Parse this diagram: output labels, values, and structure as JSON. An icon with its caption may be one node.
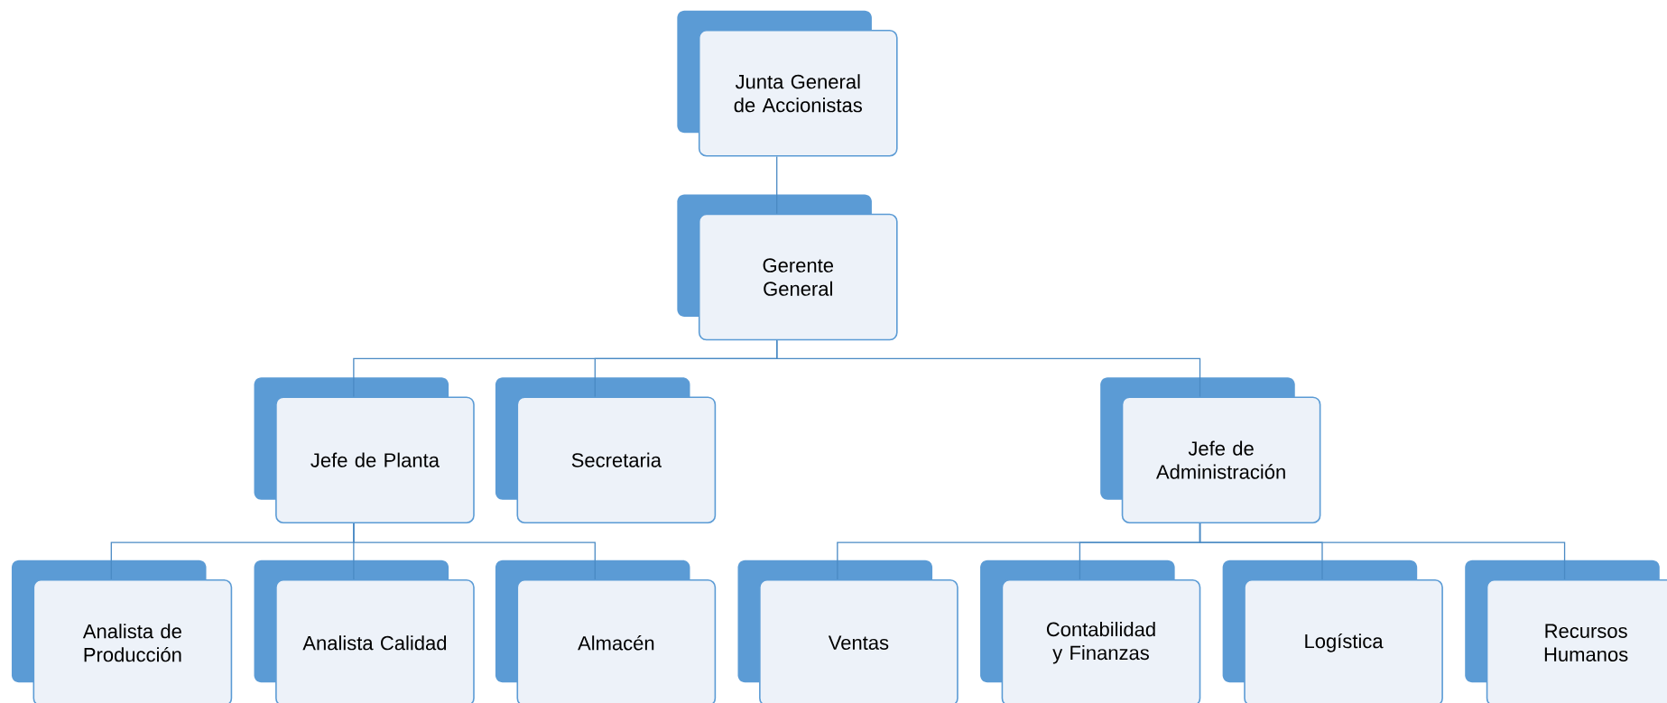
{
  "diagram": {
    "nodes": [
      {
        "text": [
          "Junta General de Accionistas"
        ]
      },
      {
        "text": [
          "Gerente General"
        ]
      },
      {
        "text": [
          "Jefe de Planta"
        ]
      },
      {
        "text": [
          "Secretaria"
        ]
      },
      {
        "text": [
          "Jefe de Administración"
        ]
      },
      {
        "text": [
          "Analista de Producción"
        ]
      },
      {
        "text": [
          "Analista Calidad"
        ]
      },
      {
        "text": [
          "Almacén"
        ]
      },
      {
        "text": [
          "Ventas"
        ]
      },
      {
        "text": [
          "Contabilidad y Finanzas"
        ]
      },
      {
        "text": [
          "Logística"
        ]
      },
      {
        "text": [
          "Recursos Humanos"
        ]
      }
    ],
    "edges": [
      {
        "from": 0,
        "to": 1,
        "arrow": "none"
      },
      {
        "from": 1,
        "to": 2,
        "arrow": "none"
      },
      {
        "from": 1,
        "to": 3,
        "arrow": "none"
      },
      {
        "from": 1,
        "to": 4,
        "arrow": "none"
      },
      {
        "from": 2,
        "to": 5,
        "arrow": "none"
      },
      {
        "from": 2,
        "to": 6,
        "arrow": "none"
      },
      {
        "from": 2,
        "to": 7,
        "arrow": "none"
      },
      {
        "from": 4,
        "to": 8,
        "arrow": "none"
      },
      {
        "from": 4,
        "to": 9,
        "arrow": "none"
      },
      {
        "from": 4,
        "to": 10,
        "arrow": "none"
      },
      {
        "from": 4,
        "to": 11,
        "arrow": "none"
      }
    ]
  }
}
